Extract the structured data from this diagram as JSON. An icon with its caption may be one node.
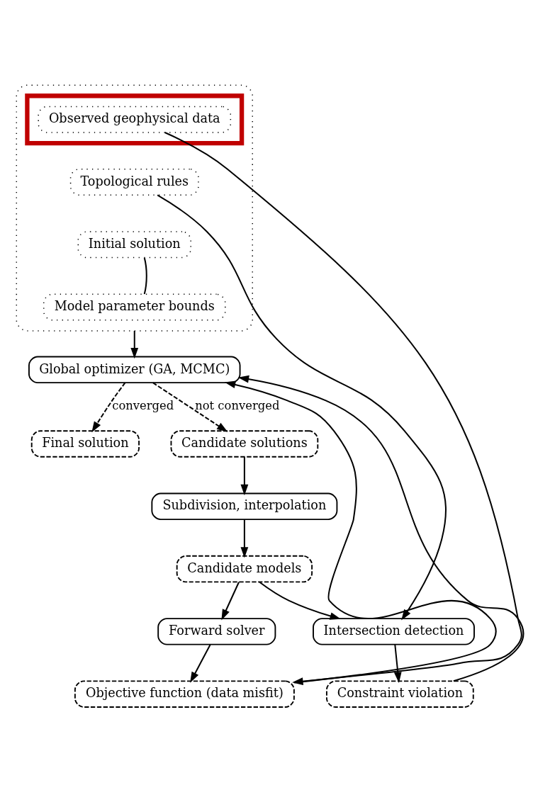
{
  "diagram": {
    "nodes": [
      {
        "text": [],
        "shape": "box"
      },
      {
        "text": [],
        "shape": "box",
        "in": 0
      },
      {
        "text": [
          "Observed geophysical data"
        ],
        "in": 1
      },
      {
        "text": [
          "Topological rules"
        ],
        "in": 0
      },
      {
        "text": [
          "Initial solution"
        ],
        "in": 0
      },
      {
        "text": [
          "Model parameter bounds"
        ],
        "in": 0
      },
      {
        "text": [
          "Global optimizer (GA, MCMC)"
        ]
      },
      {
        "text": [
          "Final solution"
        ]
      },
      {
        "text": [
          "Candidate solutions"
        ]
      },
      {
        "text": [
          "Subdivision, interpolation"
        ]
      },
      {
        "text": [
          "Candidate models"
        ]
      },
      {
        "text": [
          "Forward solver"
        ]
      },
      {
        "text": [
          "Intersection detection"
        ]
      },
      {
        "text": [
          "Objective function (data misfit)"
        ]
      },
      {
        "text": [
          "Constraint violation"
        ]
      }
    ],
    "edges": [
      {
        "from": 4,
        "to": 5,
        "arrow": "none"
      },
      {
        "from": 0,
        "to": 6,
        "arrow": "to"
      },
      {
        "from": 6,
        "to": 7,
        "arrow": "to",
        "style": "dashed",
        "label": "converged"
      },
      {
        "from": 6,
        "to": 8,
        "arrow": "to",
        "style": "dashed",
        "label": "not converged"
      },
      {
        "from": 8,
        "to": 9,
        "arrow": "to"
      },
      {
        "from": 9,
        "to": 10,
        "arrow": "to"
      },
      {
        "from": 10,
        "to": 11,
        "arrow": "to"
      },
      {
        "from": 10,
        "to": 12,
        "arrow": "to"
      },
      {
        "from": 11,
        "to": 13,
        "arrow": "to"
      },
      {
        "from": 12,
        "to": 14,
        "arrow": "to"
      },
      {
        "from": 2,
        "to": 13,
        "arrow": "to"
      },
      {
        "from": 3,
        "to": 12,
        "arrow": "to"
      },
      {
        "from": 13,
        "to": 6,
        "arrow": "to"
      },
      {
        "from": 14,
        "to": 6,
        "arrow": "to"
      }
    ]
  }
}
